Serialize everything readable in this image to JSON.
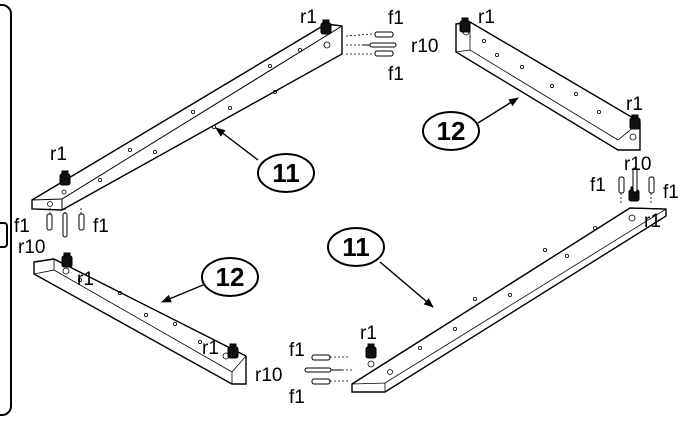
{
  "labels": {
    "part_11": "11",
    "part_12": "12",
    "r1": "r1",
    "r10": "r10",
    "f1": "f1"
  },
  "icons": [
    "cam-lock-icon",
    "dowel-icon",
    "cam-bolt-icon",
    "rail-board-icon",
    "callout-bubble-icon"
  ],
  "colors": {
    "line": "#000000",
    "background": "#ffffff"
  }
}
